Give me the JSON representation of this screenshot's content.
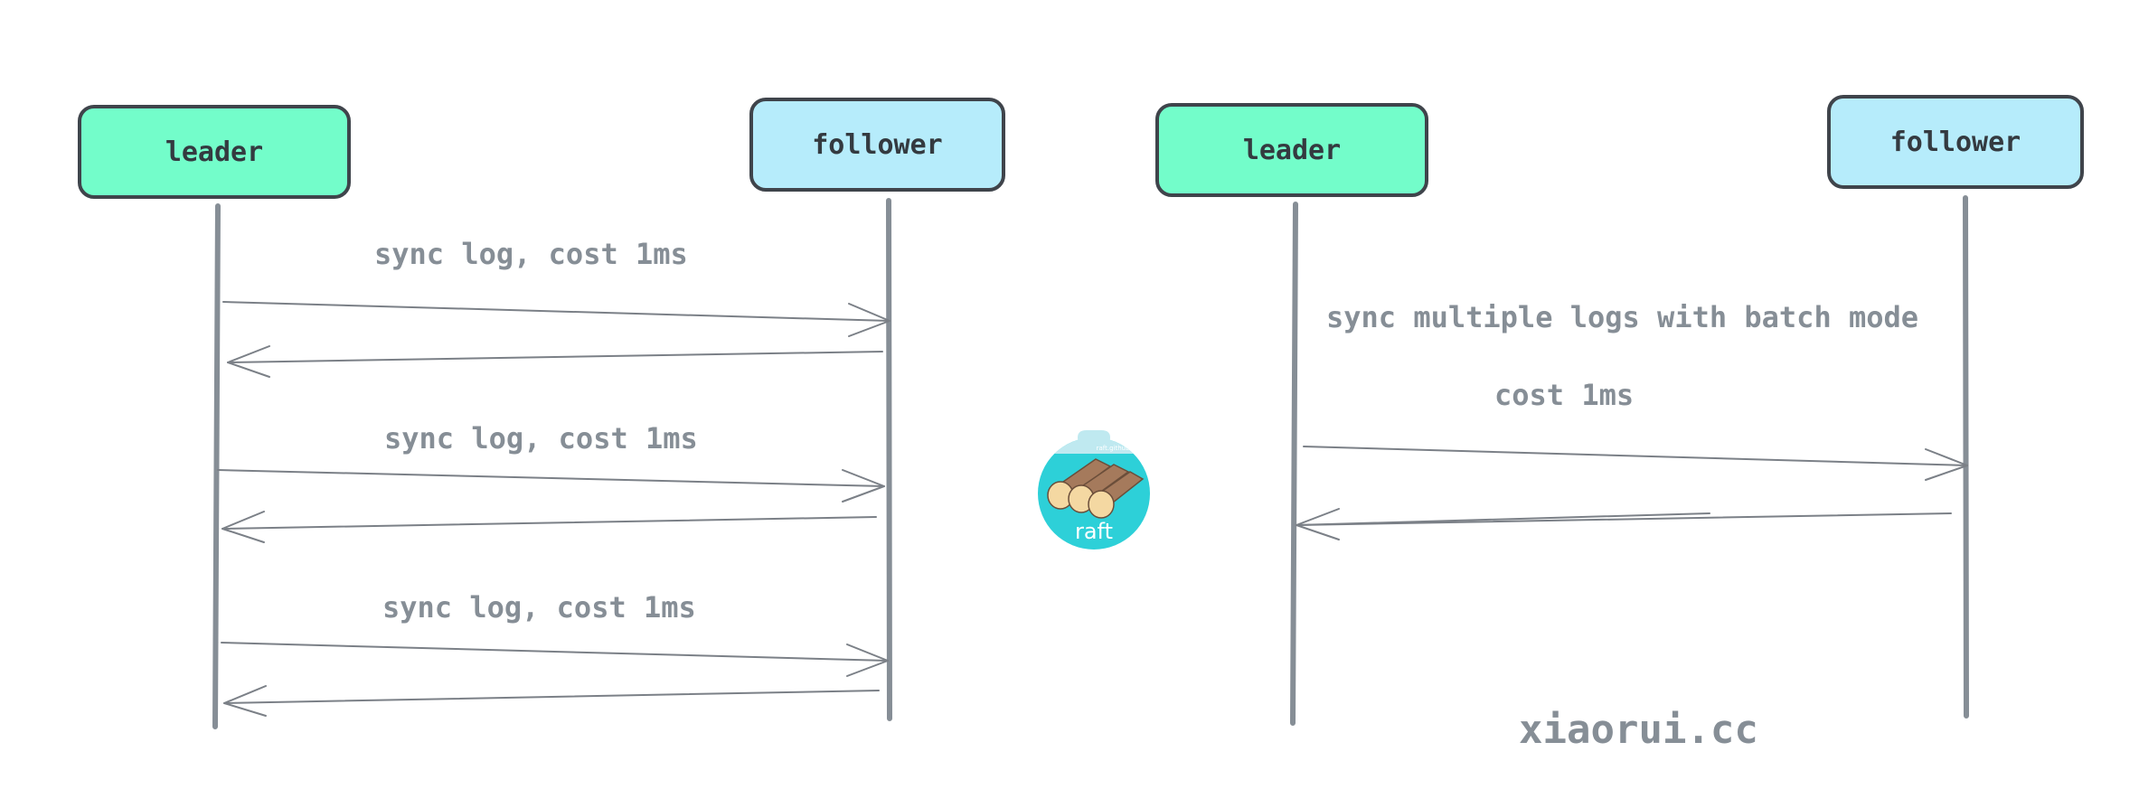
{
  "diagram": {
    "type": "sequence",
    "colors": {
      "leader_fill": "#73fdca",
      "follower_fill": "#b6ecfb",
      "box_stroke": "#3f444b",
      "lifeline": "#868e96",
      "arrow": "#7b8087",
      "label_text": "#868e96",
      "logo_bg": "#2dd0d8"
    },
    "left_panel": {
      "leader_label": "leader",
      "follower_label": "follower",
      "exchanges": [
        {
          "label": "sync log, cost 1ms"
        },
        {
          "label": "sync log, cost 1ms"
        },
        {
          "label": "sync log, cost 1ms"
        }
      ]
    },
    "right_panel": {
      "leader_label": "leader",
      "follower_label": "follower",
      "label_line1": "sync multiple logs with batch mode",
      "label_line2": "cost 1ms"
    },
    "logo": {
      "text": "raft",
      "subtext": "raft.github.io",
      "icon": "raft-logs-icon"
    },
    "watermark": "xiaorui.cc"
  }
}
